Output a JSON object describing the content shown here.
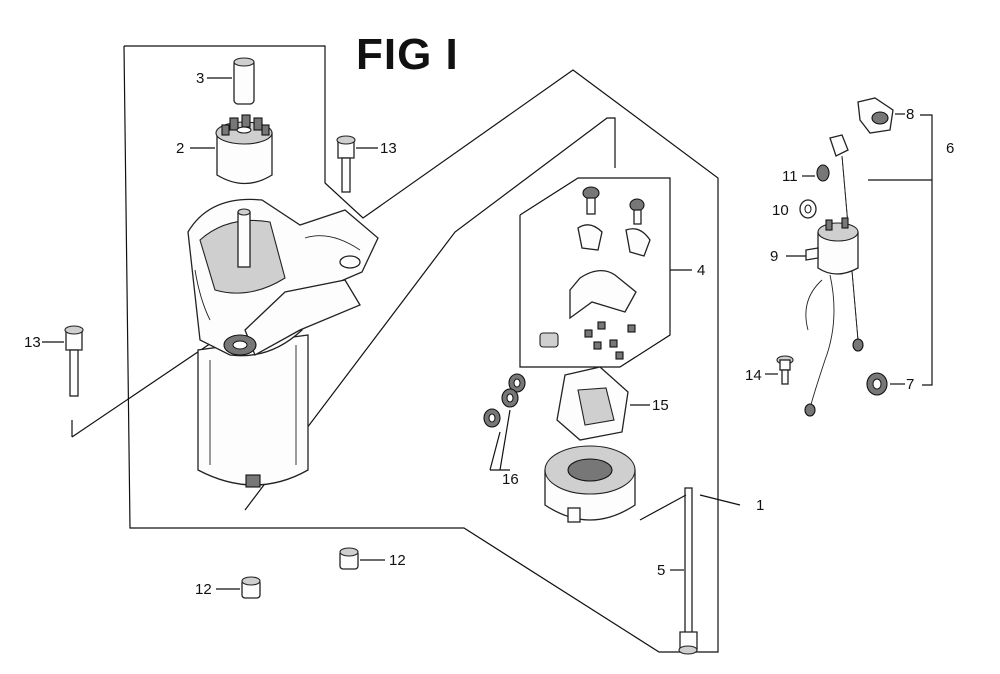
{
  "figure": {
    "title": "FIG I"
  },
  "callouts": {
    "c1": "1",
    "c2": "2",
    "c3": "3",
    "c4": "4",
    "c5": "5",
    "c6": "6",
    "c7": "7",
    "c8": "8",
    "c9": "9",
    "c10": "10",
    "c11": "11",
    "c12a": "12",
    "c12b": "12",
    "c13a": "13",
    "c13b": "13",
    "c14": "14",
    "c15": "15",
    "c16": "16"
  }
}
